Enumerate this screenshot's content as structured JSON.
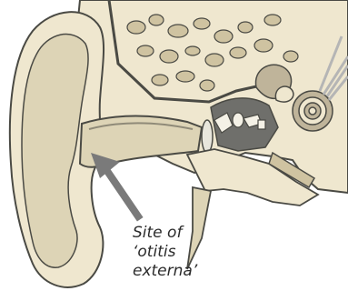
{
  "label": {
    "line1": "Site of",
    "line2": "‘otitis",
    "line3": "externa’"
  },
  "colors": {
    "bone": "#efe7cf",
    "bone_shadow": "#cfc3a1",
    "outline": "#4a4a44",
    "canal": "#ddd4b6",
    "arrow": "#7a7a7a",
    "cochlea": "#bfb49a",
    "nerve": "#d6d6d6"
  }
}
